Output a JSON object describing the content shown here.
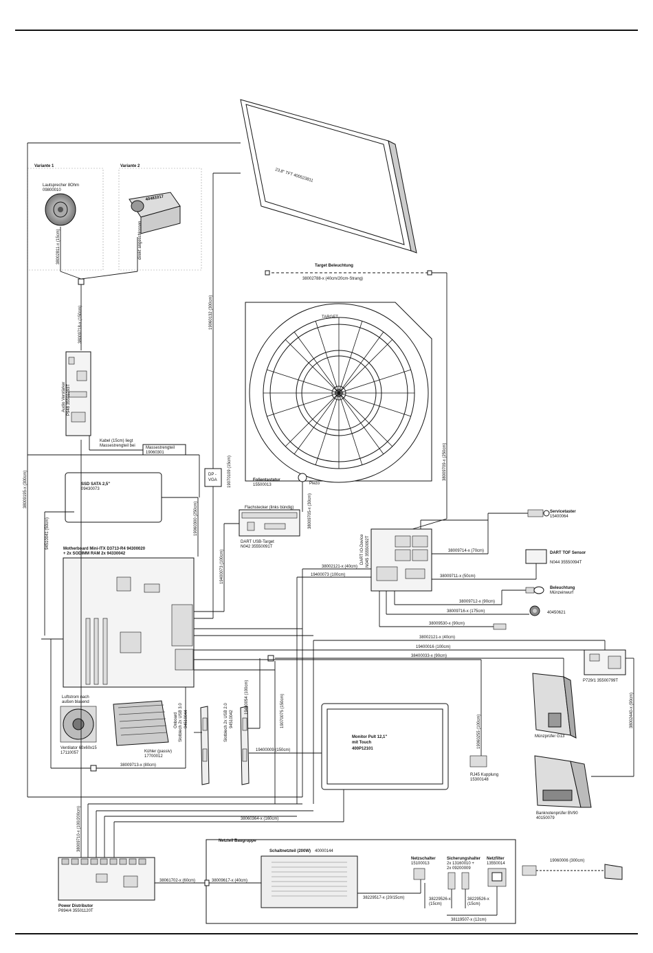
{
  "labels": {
    "tft": "23,8\" TFT 400523811",
    "variante1": "Variante 1",
    "variante2": "Variante 2",
    "lautsprecher1": "Lautsprecher 8Ohm",
    "lautsprecher2": "09800010",
    "var2_part": "40481017",
    "var2_note": "direkt angeschlossen",
    "cable_38002811": "38002811-x (15cm)",
    "cable_38009718": "38009718-x (150cm)",
    "audio_verst": "Audio Verstärker",
    "audio_verst2": "P948 35501093T",
    "cable_19060132": "19060132 (300cm)",
    "target_bel": "Target Beleuchtung",
    "cable_38002788": "38002788-x (40cm/20cm-Strang)",
    "target": "TARGET",
    "cable_38009709": "38009709-x (250cm)",
    "kabel_note1": "Kabel (15cm) liegt",
    "kabel_note2": "Massestrengteil bei",
    "massestreng1": "Massestrengteil",
    "massestreng2": "19060301",
    "cable_38009195": "38009195-x (300cm)",
    "dp_vga1": "DP -",
    "dp_vga2": "VGA",
    "cable_19070109": "19070109 (15cm)",
    "folientastatur1": "Folientastatur",
    "folientastatur2": "15500013",
    "piezo": "Piezo",
    "cable_38009705": "38009705-x (30cm)",
    "ssd1": "SSD SATA 2,5\"",
    "ssd2": "09430073",
    "cable_19060300": "19060300 (250cm)",
    "flachstecker": "Flachstecker (links bündig)",
    "dart_usb1": "DART USB-Target",
    "dart_usb2": "N042 35550091T",
    "cable_19400073a": "19400073 (100cm)",
    "cable_94510041": "94510041 (50cm)",
    "mb1": "Motherboard Mini-ITX D3713-R4  94300020",
    "mb2": "+ 2x SODIMM RAM  2x 94330042",
    "dart_io1": "DART IO-Device",
    "dart_io2": "N045 35550092T",
    "cable_38002121a": "38002121-x (40cm)",
    "cable_19400073b": "19400073 (100cm)",
    "servicetaster1": "Servicetaster",
    "servicetaster2": "15400064",
    "cable_38009714": "38009714-x (70cm)",
    "tof1": "DART TOF Sensor",
    "tof2": "N044 35550094T",
    "cable_38009711": "38009711-x (50cm)",
    "beleuchtung1": "Beleuchtung",
    "beleuchtung2": "Münzeinwurf",
    "cable_38009712": "38009712-x (90cm)",
    "cable_38009716": "38009716-x (175cm)",
    "part_40450621": "40450621",
    "cable_38009530": "38009530-x (90cm)",
    "cable_38002121b": "38002121-x (40cm)",
    "cable_19400016": "19400016 (100cm)",
    "cable_38400033": "38400033-x (90cm)",
    "p729_1": "P729/1  35500799T",
    "luftstrom1": "Luftstrom nach",
    "luftstrom2": "außen blasend",
    "luefter1": "Ventilator 60x60x15",
    "luefter2": "17110057",
    "kuehler1": "Kühler (passiv)",
    "kuehler2": "17700012",
    "usb30_1": "Slotblech 2x USB 3.0",
    "usb30_2": "94510044",
    "usb30_3": "Onboard",
    "usb20_1": "Slotblech 2x USB 2.0",
    "usb20_2": "94510042",
    "cable_19400054": "19400054 (100cm)",
    "cable_19070075": "19070075 (150cm)",
    "cable_19400009": "19400009 (150cm)",
    "monitor1": "Monitor Pult 12,1\"",
    "monitor2": "mit Touch",
    "monitor3": "400P12101",
    "cable_19060255": "19060255 (100cm)",
    "rj45_1": "RJ45 Kupplung",
    "rj45_2": "15300148",
    "muenzpruefer": "Münzprüfer G13",
    "cable_38002440": "38002440-x (90cm)",
    "cable_38009713": "38009713-x (80cm)",
    "banknoten1": "Banknotenprüfer BV90",
    "banknoten2": "40150079",
    "cable_38060364": "38060364-x (160cm)",
    "cable_38009710": "38009710-x (100/200cm)",
    "netzteil_bg": "Netzteil Baugruppe",
    "schaltnetzteil": "Schaltnetzteil (200W)",
    "schaltnetzteil_pn": "40000144",
    "netzschalter1": "Netzschalter",
    "netzschalter2": "15100013",
    "sicherung1": "Sicherungshalter",
    "sicherung2": "2x 13160010 +",
    "sicherung3": "2x 09200009",
    "netzfilter1": "Netzfilter",
    "netzfilter2": "13550014",
    "cable_19060006": "19060006 (300cm)",
    "power_dist1": "Power Distributor",
    "power_dist2": "P894/4 35501120T",
    "cable_38061702": "38061702-x (60cm)",
    "cable_38009617": "38009617-x (40cm)",
    "cable_38229517": "38229517-x (20/15cm)",
    "cable_38229526a": "38229526-x",
    "cable_38229526a2": "(15cm)",
    "cable_38229526b": "38229526-x",
    "cable_38229526b2": "(15cm)",
    "cable_38119507": "38119507-x (12cm)"
  }
}
